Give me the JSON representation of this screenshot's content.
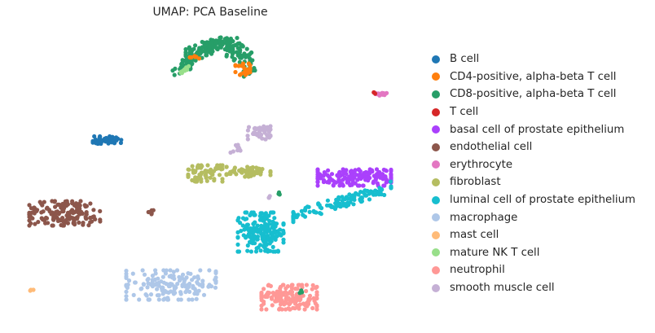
{
  "chart_data": {
    "type": "scatter",
    "title": "UMAP: PCA Baseline",
    "xlabel": "",
    "ylabel": "",
    "xlim": [
      -2,
      49
    ],
    "ylim": [
      -2,
      37
    ],
    "grid": false,
    "legend_position": "right",
    "categories": [
      {
        "name": "B cell",
        "color": "#1f77b4"
      },
      {
        "name": "CD4-positive, alpha-beta T cell",
        "color": "#ff7f0e"
      },
      {
        "name": "CD8-positive, alpha-beta T cell",
        "color": "#279e68"
      },
      {
        "name": "T cell",
        "color": "#d62728"
      },
      {
        "name": "basal cell of prostate epithelium",
        "color": "#aa40fc"
      },
      {
        "name": "endothelial cell",
        "color": "#8c564b"
      },
      {
        "name": "erythrocyte",
        "color": "#e377c2"
      },
      {
        "name": "fibroblast",
        "color": "#b5bd61"
      },
      {
        "name": "luminal cell of prostate epithelium",
        "color": "#17becf"
      },
      {
        "name": "macrophage",
        "color": "#aec7e8"
      },
      {
        "name": "mast cell",
        "color": "#ffbb78"
      },
      {
        "name": "mature NK T cell",
        "color": "#98df8a"
      },
      {
        "name": "neutrophil",
        "color": "#ff9896"
      },
      {
        "name": "smooth muscle cell",
        "color": "#c5b0d5"
      }
    ],
    "clusters": [
      {
        "cat": 2,
        "cx": 21.0,
        "cy": 31.2,
        "sx": 1.8,
        "sy": 0.9,
        "n": 40,
        "slope": 0.6
      },
      {
        "cat": 2,
        "cx": 23.0,
        "cy": 33.0,
        "sx": 2.2,
        "sy": 0.9,
        "n": 60,
        "slope": 0.3
      },
      {
        "cat": 2,
        "cx": 25.2,
        "cy": 33.6,
        "sx": 2.2,
        "sy": 0.9,
        "n": 60,
        "slope": 0
      },
      {
        "cat": 2,
        "cx": 27.3,
        "cy": 32.5,
        "sx": 1.6,
        "sy": 1.3,
        "n": 50,
        "slope": -0.6
      },
      {
        "cat": 2,
        "cx": 28.6,
        "cy": 30.6,
        "sx": 0.7,
        "sy": 1.0,
        "n": 25,
        "slope": 0
      },
      {
        "cat": 1,
        "cx": 27.8,
        "cy": 30.5,
        "sx": 0.9,
        "sy": 0.7,
        "n": 25,
        "slope": 0
      },
      {
        "cat": 1,
        "cx": 22.0,
        "cy": 32.0,
        "sx": 0.7,
        "sy": 0.3,
        "n": 6,
        "slope": 0
      },
      {
        "cat": 11,
        "cx": 20.7,
        "cy": 30.4,
        "sx": 0.5,
        "sy": 0.4,
        "n": 15,
        "slope": 0.5
      },
      {
        "cat": 6,
        "cx": 44.9,
        "cy": 27.5,
        "sx": 0.8,
        "sy": 0.25,
        "n": 15,
        "slope": 0
      },
      {
        "cat": 3,
        "cx": 43.9,
        "cy": 27.5,
        "sx": 0.15,
        "sy": 0.15,
        "n": 3,
        "slope": 0
      },
      {
        "cat": 0,
        "cx": 11.2,
        "cy": 21.8,
        "sx": 1.8,
        "sy": 0.45,
        "n": 45,
        "slope": 0
      },
      {
        "cat": 13,
        "cx": 29.8,
        "cy": 22.7,
        "sx": 1.4,
        "sy": 0.8,
        "n": 40,
        "slope": 0
      },
      {
        "cat": 13,
        "cx": 27.0,
        "cy": 20.7,
        "sx": 0.7,
        "sy": 0.5,
        "n": 12,
        "slope": 0.5
      },
      {
        "cat": 13,
        "cx": 31.0,
        "cy": 14.8,
        "sx": 0.3,
        "sy": 0.15,
        "n": 3,
        "slope": 0
      },
      {
        "cat": 7,
        "cx": 23.2,
        "cy": 17.7,
        "sx": 2.1,
        "sy": 1.0,
        "n": 75,
        "slope": 0
      },
      {
        "cat": 7,
        "cx": 28.5,
        "cy": 17.9,
        "sx": 2.7,
        "sy": 0.6,
        "n": 60,
        "slope": 0
      },
      {
        "cat": 4,
        "cx": 41.5,
        "cy": 17.2,
        "sx": 4.5,
        "sy": 1.0,
        "n": 160,
        "slope": 0
      },
      {
        "cat": 8,
        "cx": 30.0,
        "cy": 10.5,
        "sx": 2.8,
        "sy": 2.4,
        "n": 190,
        "slope": 0
      },
      {
        "cat": 8,
        "cx": 40.0,
        "cy": 14.2,
        "sx": 6.0,
        "sy": 0.7,
        "n": 130,
        "slope": 0.3
      },
      {
        "cat": 5,
        "cx": 6.0,
        "cy": 12.8,
        "sx": 4.4,
        "sy": 1.5,
        "n": 160,
        "slope": 0
      },
      {
        "cat": 5,
        "cx": 16.5,
        "cy": 13.0,
        "sx": 0.4,
        "sy": 0.3,
        "n": 6,
        "slope": 0
      },
      {
        "cat": 9,
        "cx": 19.0,
        "cy": 4.0,
        "sx": 5.5,
        "sy": 1.8,
        "n": 160,
        "slope": 0
      },
      {
        "cat": 10,
        "cx": 1.8,
        "cy": 3.4,
        "sx": 0.3,
        "sy": 0.15,
        "n": 4,
        "slope": 0
      },
      {
        "cat": 12,
        "cx": 33.5,
        "cy": 2.5,
        "sx": 3.4,
        "sy": 1.5,
        "n": 170,
        "slope": 0
      },
      {
        "cat": 2,
        "cx": 32.3,
        "cy": 15.3,
        "sx": 0.1,
        "sy": 0.2,
        "n": 4,
        "slope": 0
      },
      {
        "cat": 2,
        "cx": 35.0,
        "cy": 3.2,
        "sx": 0.2,
        "sy": 0.2,
        "n": 4,
        "slope": 0
      }
    ]
  }
}
